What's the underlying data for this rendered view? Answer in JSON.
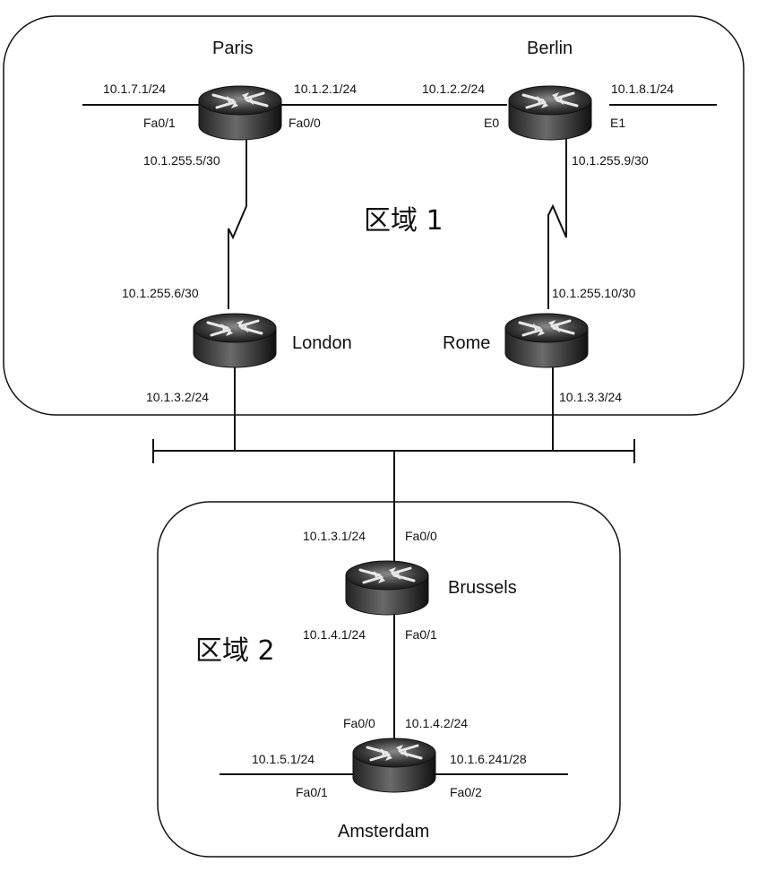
{
  "areas": {
    "area1": "区域 1",
    "area2": "区域 2"
  },
  "routers": {
    "paris": {
      "name": "Paris"
    },
    "berlin": {
      "name": "Berlin"
    },
    "london": {
      "name": "London"
    },
    "rome": {
      "name": "Rome"
    },
    "brussels": {
      "name": "Brussels"
    },
    "amsterdam": {
      "name": "Amsterdam"
    }
  },
  "labels": {
    "paris_left_ip": "10.1.7.1/24",
    "paris_left_if": "Fa0/1",
    "paris_right_ip": "10.1.2.1/24",
    "paris_right_if": "Fa0/0",
    "paris_serial_ip": "10.1.255.5/30",
    "berlin_left_ip": "10.1.2.2/24",
    "berlin_left_if": "E0",
    "berlin_right_ip": "10.1.8.1/24",
    "berlin_right_if": "E1",
    "berlin_serial_ip": "10.1.255.9/30",
    "london_serial_ip": "10.1.255.6/30",
    "london_lan_ip": "10.1.3.2/24",
    "rome_serial_ip": "10.1.255.10/30",
    "rome_lan_ip": "10.1.3.3/24",
    "brussels_top_ip": "10.1.3.1/24",
    "brussels_top_if": "Fa0/0",
    "brussels_bottom_ip": "10.1.4.1/24",
    "brussels_bottom_if": "Fa0/1",
    "amsterdam_top_if": "Fa0/0",
    "amsterdam_top_ip": "10.1.4.2/24",
    "amsterdam_left_ip": "10.1.5.1/24",
    "amsterdam_left_if": "Fa0/1",
    "amsterdam_right_ip": "10.1.6.241/28",
    "amsterdam_right_if": "Fa0/2"
  }
}
